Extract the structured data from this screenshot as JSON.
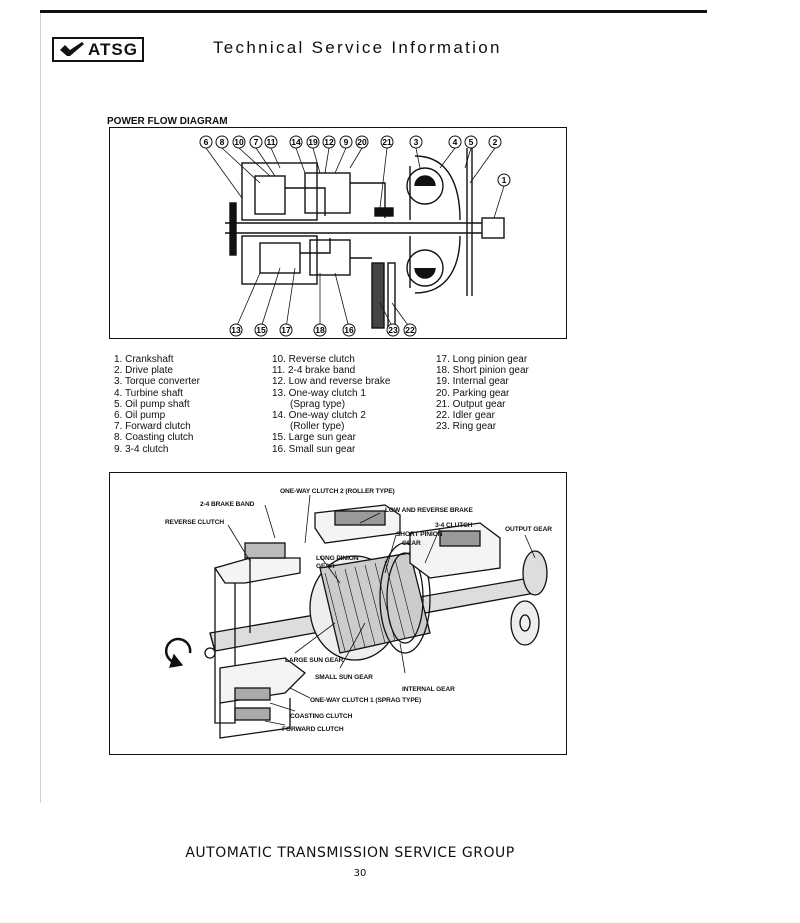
{
  "header": {
    "logo_text": "ATSG",
    "title": "Technical Service Information"
  },
  "diagram": {
    "title": "POWER FLOW DIAGRAM",
    "top_callouts": [
      "6",
      "8",
      "10",
      "7",
      "11",
      "14",
      "19",
      "12",
      "9",
      "20",
      "21",
      "3",
      "4",
      "5",
      "2"
    ],
    "right_callout": "1",
    "bottom_callouts": [
      "13",
      "15",
      "17",
      "18",
      "16",
      "23",
      "22"
    ]
  },
  "legend": {
    "col1": [
      "1. Crankshaft",
      "2. Drive plate",
      "3. Torque converter",
      "4. Turbine shaft",
      "5. Oil pump shaft",
      "6. Oil pump",
      "7. Forward clutch",
      "8. Coasting clutch",
      "9. 3-4 clutch"
    ],
    "col2": [
      "10. Reverse clutch",
      "11. 2-4 brake band",
      "12. Low and reverse brake",
      "13. One-way clutch 1",
      "(Sprag type)",
      "14. One-way clutch 2",
      "(Roller type)",
      "15. Large sun gear",
      "16. Small sun gear"
    ],
    "col3": [
      "17. Long pinion gear",
      "18. Short pinion gear",
      "19. Internal gear",
      "20. Parking gear",
      "21. Output gear",
      "22. Idler gear",
      "23. Ring gear"
    ]
  },
  "cutaway": {
    "labels": {
      "one_way_clutch_2": "ONE-WAY CLUTCH 2 (ROLLER TYPE)",
      "brake_band": "2-4 BRAKE BAND",
      "reverse_clutch": "REVERSE CLUTCH",
      "low_reverse_brake": "LOW AND REVERSE BRAKE",
      "clutch_34": "3-4 CLUTCH",
      "short_pinion_1": "SHORT PINION",
      "short_pinion_2": "GEAR",
      "output_gear": "OUTPUT GEAR",
      "long_pinion_1": "LONG PINION",
      "long_pinion_2": "GEAR",
      "large_sun_gear": "LARGE SUN GEAR",
      "small_sun_gear": "SMALL SUN GEAR",
      "internal_gear": "INTERNAL GEAR",
      "one_way_clutch_1": "ONE-WAY CLUTCH 1 (SPRAG TYPE)",
      "coasting_clutch": "COASTING CLUTCH",
      "forward_clutch": "FORWARD CLUTCH"
    }
  },
  "footer": {
    "title": "AUTOMATIC TRANSMISSION SERVICE GROUP",
    "page": "30"
  }
}
